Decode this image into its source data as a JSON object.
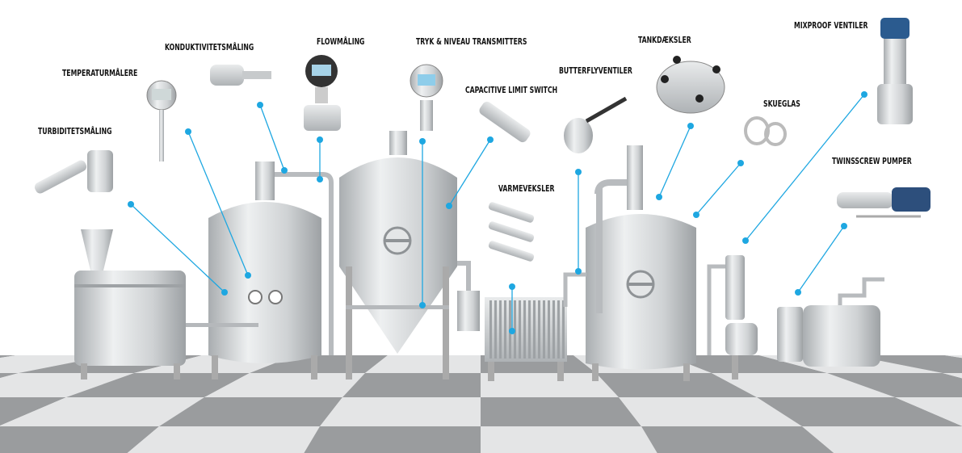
{
  "labels": {
    "turbidity": "TURBIDITETSMÅLING",
    "temperature": "TEMPERATURMÅLERE",
    "conductivity": "KONDUKTIVITETSMÅLING",
    "flow": "FLOWMÅLING",
    "pressure_level": "TRYK & NIVEAU TRANSMITTERS",
    "capacitive": "CAPACITIVE LIMIT SWITCH",
    "butterfly": "BUTTERFLYVENTILER",
    "tank_covers": "TANKDÆKSLER",
    "mixproof": "MIXPROOF VENTILER",
    "sight_glass": "SKUEGLAS",
    "twinscrew": "TWINSSCREW PUMPER",
    "heat_exchanger": "VARMEVEKSLER"
  },
  "colors": {
    "callout": "#1ea7e1",
    "steel": "#c9ccce",
    "floor_dark": "#9a9c9e",
    "floor_light": "#e4e5e6"
  }
}
